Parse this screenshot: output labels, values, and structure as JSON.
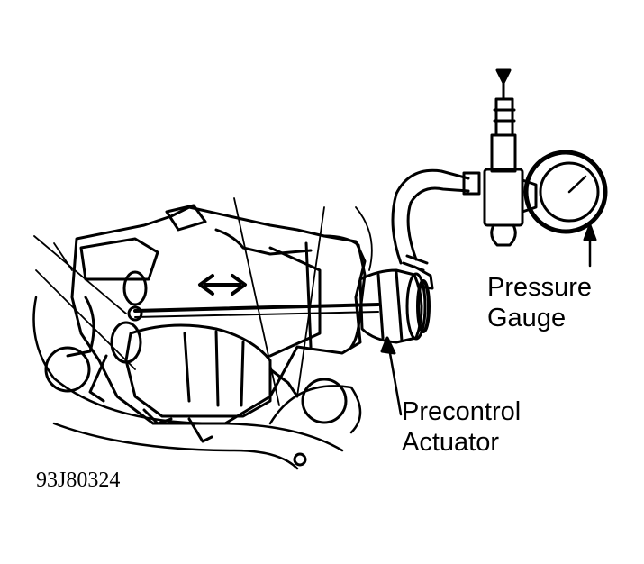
{
  "labels": {
    "pressure_gauge": [
      "Pressure",
      "Gauge"
    ],
    "precontrol_actuator": [
      "Precontrol",
      "Actuator"
    ]
  },
  "figure_code": "93J80324",
  "colors": {
    "ink": "#000000",
    "paper": "#ffffff"
  }
}
